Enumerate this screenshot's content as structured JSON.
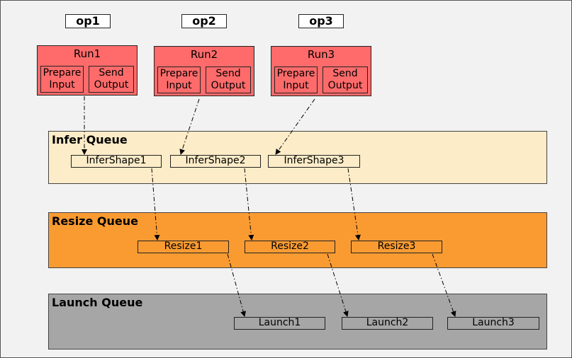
{
  "ops": [
    "op1",
    "op2",
    "op3"
  ],
  "runs": [
    {
      "title": "Run1",
      "prepare": [
        "Prepare",
        "Input"
      ],
      "send": [
        "Send",
        "Output"
      ]
    },
    {
      "title": "Run2",
      "prepare": [
        "Prepare",
        "Input"
      ],
      "send": [
        "Send",
        "Output"
      ]
    },
    {
      "title": "Run3",
      "prepare": [
        "Prepare",
        "Input"
      ],
      "send": [
        "Send",
        "Output"
      ]
    }
  ],
  "queues": {
    "infer": {
      "title": "Infer Queue",
      "color": "#fdecc8",
      "tasks": [
        "InferShape1",
        "InferShape2",
        "InferShape3"
      ]
    },
    "resize": {
      "title": "Resize Queue",
      "color": "#fa9b32",
      "tasks": [
        "Resize1",
        "Resize2",
        "Resize3"
      ]
    },
    "launch": {
      "title": "Launch Queue",
      "color": "#a6a6a6",
      "tasks": [
        "Launch1",
        "Launch2",
        "Launch3"
      ]
    }
  },
  "colors": {
    "run": "#ff6b6b",
    "background": "#f2f2f2"
  }
}
